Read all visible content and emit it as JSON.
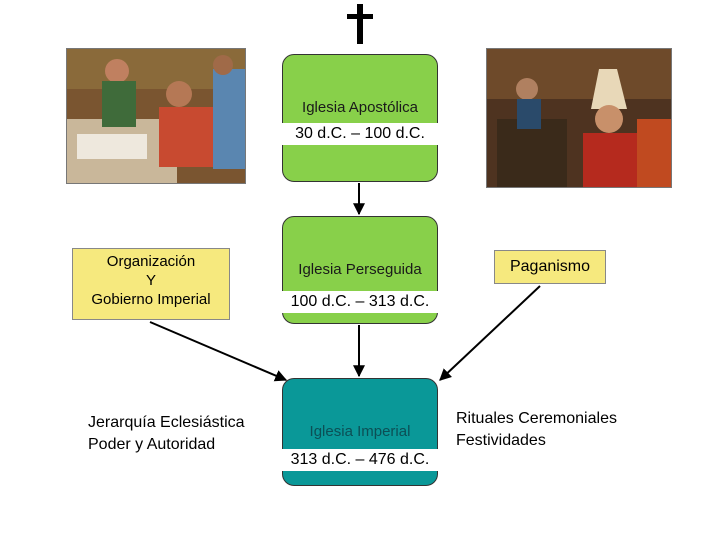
{
  "header": {
    "cross_icon": "latin-cross-icon"
  },
  "images": {
    "left": "apostles-writing-scene-image",
    "right": "ceremonial-procession-scene-image"
  },
  "timeline": [
    {
      "title": "Iglesia Apostólica",
      "dates": "30 d.C. – 100 d.C.",
      "color": "#88d04a"
    },
    {
      "title": "Iglesia Perseguida",
      "dates": "100 d.C. – 313 d.C.",
      "color": "#88d04a"
    },
    {
      "title": "Iglesia Imperial",
      "dates": "313 d.C. – 476 d.C.",
      "color": "#0a9898"
    }
  ],
  "influences": {
    "organization": {
      "lines": [
        "Organización",
        "Y",
        "Gobierno Imperial"
      ],
      "color": "#f6e97e"
    },
    "paganism": {
      "label": "Paganismo",
      "color": "#f6e97e"
    }
  },
  "results": {
    "left": {
      "lines": [
        "Jerarquía Eclesiástica",
        "Poder y Autoridad"
      ]
    },
    "right": {
      "lines": [
        "Rituales Ceremoniales",
        "Festividades"
      ]
    }
  }
}
